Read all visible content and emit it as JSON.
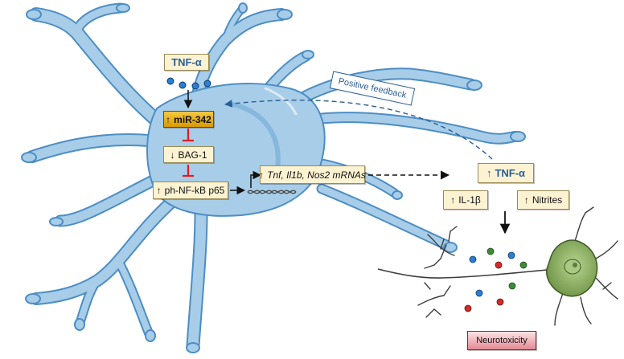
{
  "nodes": {
    "tnf_top": "TNF-α",
    "mir342": "miR-342",
    "bag1": "BAG-1",
    "nfkb": "ph-NF-kB p65",
    "mrna_genes": "Tnf, Il1b, Nos2 mRNAs",
    "tnf_right": "TNF-α",
    "il1b": "IL-1β",
    "nitrites": "Nitrites",
    "neurotoxicity": "Neurotoxicity"
  },
  "arrows": {
    "up": "↑",
    "down": "↓"
  },
  "feedback_label": "Positive feedback",
  "colors": {
    "microglia_fill": "#a7cde8",
    "microglia_stroke": "#4d8ec4",
    "box_fill": "#fdf3d3",
    "mir_box": "#e8a91a",
    "inhibit": "#e11d1d",
    "text_blue": "#2a5f96",
    "neuron_fill": "#8fb46a",
    "neurotox_box": "#e58a94"
  }
}
